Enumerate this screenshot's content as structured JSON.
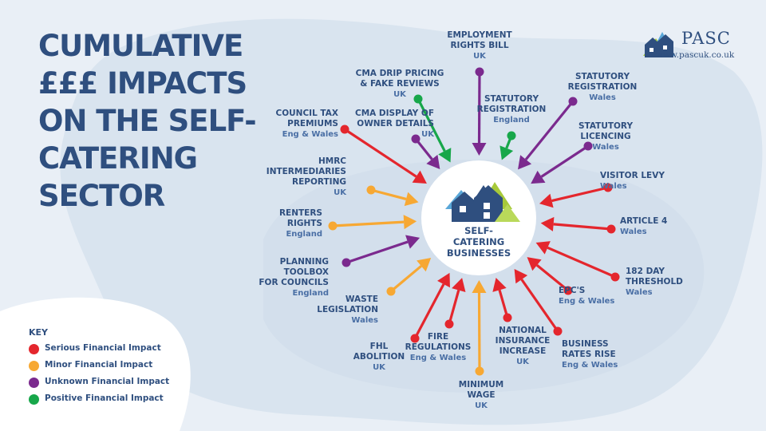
{
  "title_lines": [
    "CUMULATIVE",
    "£££ IMPACTS",
    "ON THE SELF-",
    "CATERING",
    "SECTOR"
  ],
  "logo": {
    "name": "PASC",
    "url": "www.pascuk.co.uk"
  },
  "hub": {
    "label_lines": [
      "SELF-",
      "CATERING",
      "BUSINESSES"
    ]
  },
  "colors": {
    "serious": "#e4262d",
    "minor": "#f7a833",
    "unknown": "#7b2a8e",
    "positive": "#17a74a",
    "navy": "#2f4f7f",
    "backdrop": "#dde7f1"
  },
  "key": {
    "title": "KEY",
    "items": [
      {
        "label": "Serious Financial Impact",
        "impact": "serious"
      },
      {
        "label": "Minor Financial Impact",
        "impact": "minor"
      },
      {
        "label": "Unknown Financial Impact",
        "impact": "unknown"
      },
      {
        "label": "Positive Financial Impact",
        "impact": "positive"
      }
    ]
  },
  "nodes": [
    {
      "name": "EMPLOYMENT\nRIGHTS BILL",
      "region": "UK",
      "impact": "unknown"
    },
    {
      "name": "CMA DRIP PRICING\n& FAKE REVIEWS",
      "region": "UK",
      "impact": "positive"
    },
    {
      "name": "STATUTORY\nREGISTRATION",
      "region": "England",
      "impact": "positive"
    },
    {
      "name": "STATUTORY\nREGISTRATION",
      "region": "Wales",
      "impact": "unknown"
    },
    {
      "name": "CMA DISPLAY OF\nOWNER DETAILS",
      "region": "UK",
      "impact": "unknown"
    },
    {
      "name": "COUNCIL TAX\nPREMIUMS",
      "region": "Eng & Wales",
      "impact": "serious"
    },
    {
      "name": "STATUTORY\nLICENCING",
      "region": "Wales",
      "impact": "unknown"
    },
    {
      "name": "HMRC\nINTERMEDIARIES\nREPORTING",
      "region": "UK",
      "impact": "minor"
    },
    {
      "name": "VISITOR LEVY",
      "region": "Wales",
      "impact": "serious"
    },
    {
      "name": "RENTERS\nRIGHTS",
      "region": "England",
      "impact": "minor"
    },
    {
      "name": "ARTICLE 4",
      "region": "Wales",
      "impact": "serious"
    },
    {
      "name": "PLANNING\nTOOLBOX\nFOR COUNCILS",
      "region": "England",
      "impact": "unknown"
    },
    {
      "name": "182 DAY\nTHRESHOLD",
      "region": "Wales",
      "impact": "serious"
    },
    {
      "name": "EPC'S",
      "region": "Eng & Wales",
      "impact": "serious"
    },
    {
      "name": "WASTE\nLEGISLATION",
      "region": "Wales",
      "impact": "minor"
    },
    {
      "name": "BUSINESS\nRATES RISE",
      "region": "Eng & Wales",
      "impact": "serious"
    },
    {
      "name": "NATIONAL\nINSURANCE\nINCREASE",
      "region": "UK",
      "impact": "serious"
    },
    {
      "name": "FIRE\nREGULATIONS",
      "region": "Eng & Wales",
      "impact": "serious"
    },
    {
      "name": "FHL\nABOLITION",
      "region": "UK",
      "impact": "serious"
    },
    {
      "name": "MINIMUM\nWAGE",
      "region": "UK",
      "impact": "minor"
    }
  ]
}
